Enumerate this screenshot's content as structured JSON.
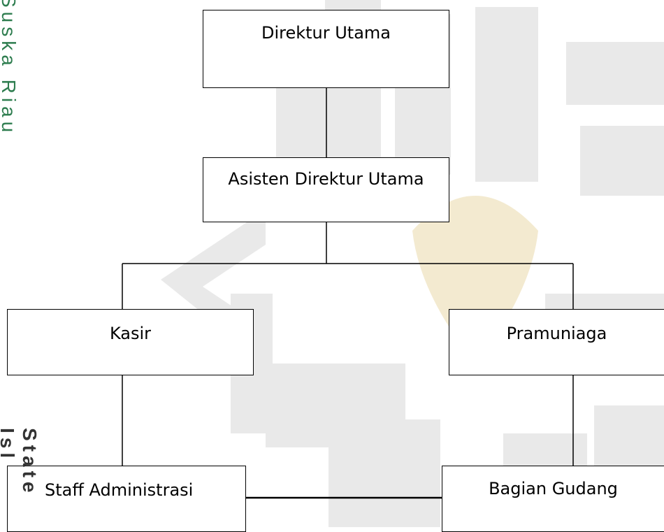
{
  "org_chart": {
    "nodes": {
      "direktur_utama": "Direktur Utama",
      "asisten_direktur_utama": "Asisten Direktur Utama",
      "kasir": "Kasir",
      "pramuniaga": "Pramuniaga",
      "staff_administrasi": "Staff Administrasi",
      "bagian_gudang": "Bagian Gudang"
    }
  },
  "watermark": {
    "side_text_top": "Suska Riau",
    "side_text_bottom": "State Isl",
    "colors": {
      "green": "#2e7d4f",
      "gold": "#f2e6a0",
      "shape": "#e7e7e7"
    }
  }
}
